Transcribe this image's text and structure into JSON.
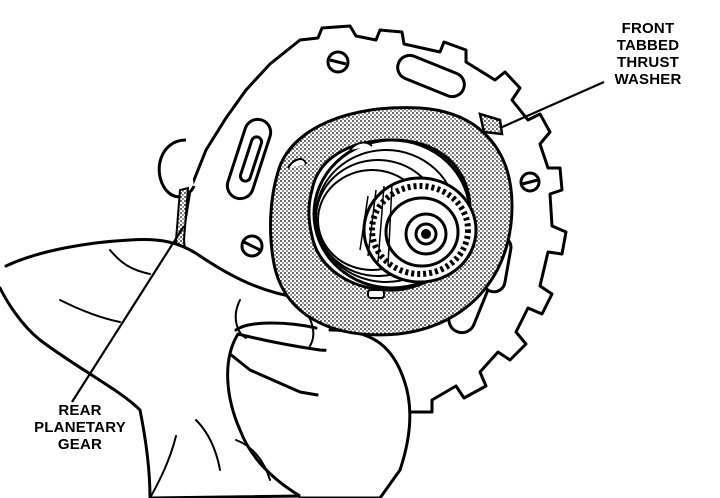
{
  "labels": {
    "front_washer": [
      "FRONT",
      "TABBED",
      "THRUST",
      "WASHER"
    ],
    "rear_gear": [
      "REAR",
      "PLANETARY",
      "GEAR"
    ]
  },
  "colors": {
    "ink": "#000000",
    "paper": "#ffffff",
    "stipple": "#9a9a9a"
  }
}
